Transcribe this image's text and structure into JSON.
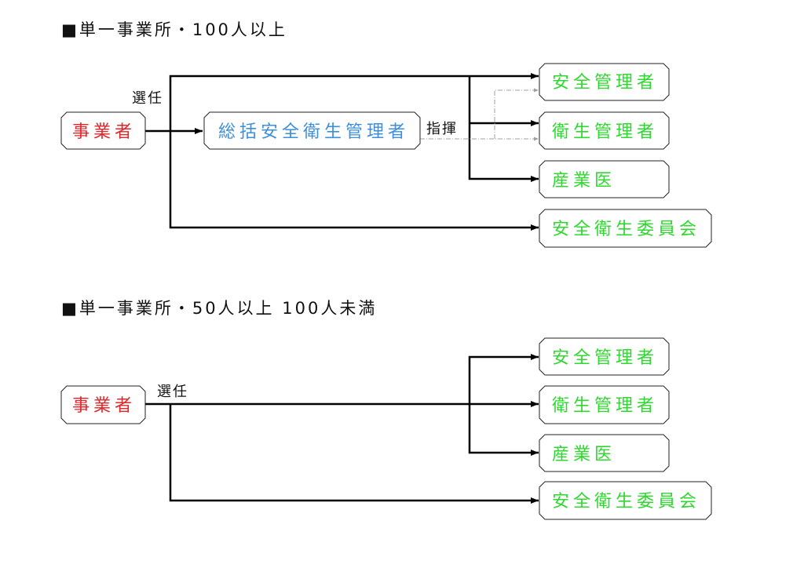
{
  "sections": [
    {
      "title": "■単一事業所・100人以上",
      "employer": "事業者",
      "appoint_label": "選任",
      "general_manager": "総括安全衛生管理者",
      "direct_label": "指揮",
      "roles": [
        "安全管理者",
        "衛生管理者",
        "産業医",
        "安全衛生委員会"
      ]
    },
    {
      "title": "■単一事業所・50人以上 100人未満",
      "employer": "事業者",
      "appoint_label": "選任",
      "roles": [
        "安全管理者",
        "衛生管理者",
        "産業医",
        "安全衛生委員会"
      ]
    }
  ],
  "colors": {
    "employer": "#e0262b",
    "general_manager": "#3c8fdc",
    "roles": "#2fd82f",
    "connector": "#000000",
    "direction_connector": "#a0a0a0"
  }
}
